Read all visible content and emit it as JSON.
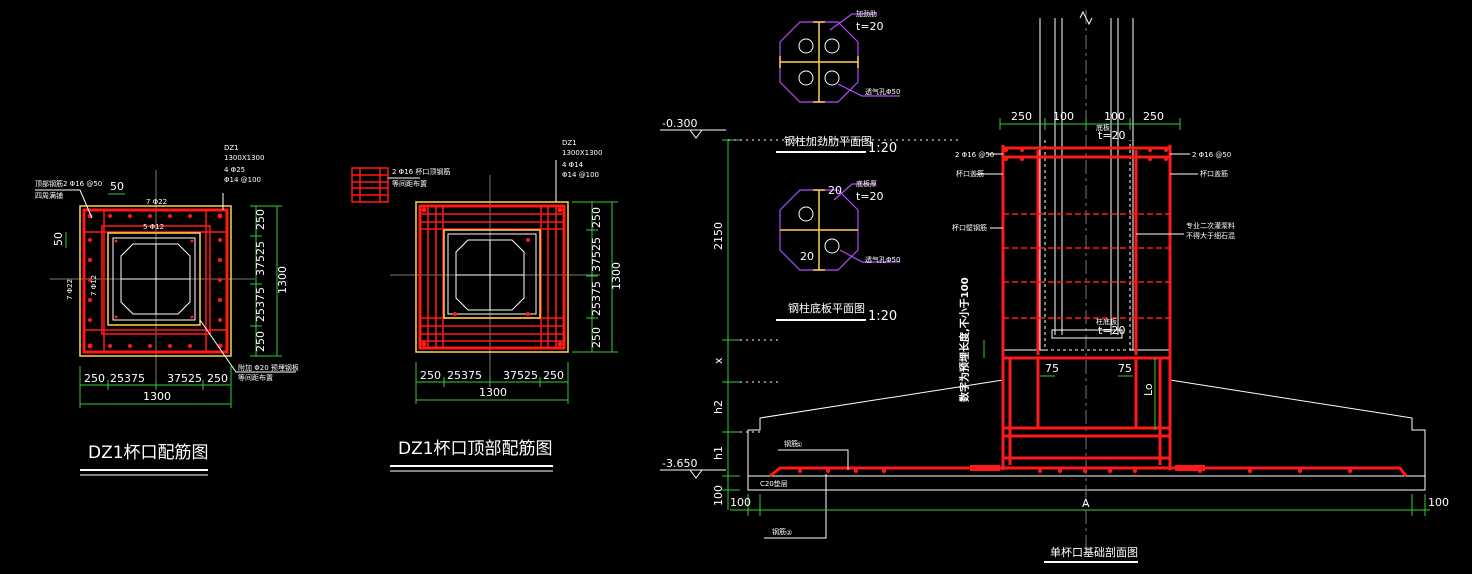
{
  "drawing_1": {
    "title": "DZ1杯口配筋图",
    "tag": "DZ1",
    "size": "1300X1300",
    "bars_main": "4 Φ25",
    "stirrup": "Φ14 @100",
    "note_top_1": "顶部钢筋2 Φ16 @50",
    "note_top_2": "四周满铺",
    "bar_7_22": "7 Φ22",
    "bar_5_12": "5 Φ12",
    "bar_side_a": "7 Φ22",
    "bar_side_b": "7 Φ12",
    "note_bottom": "附加 Φ20 预埋钢板",
    "note_bottom_2": "等间距布置",
    "dim_50_top": "50",
    "dim_50_left": "50",
    "dims_right": [
      "250",
      "37525",
      "25375",
      "250"
    ],
    "dim_right_total": "1300",
    "dims_bottom": [
      "250",
      "25375",
      "37525",
      "250"
    ],
    "dim_bottom_total": "1300"
  },
  "drawing_2": {
    "title": "DZ1杯口顶部配筋图",
    "tag": "DZ1",
    "size": "1300X1300",
    "bars_main": "4 Φ14",
    "stirrup": "Φ14 @100",
    "note_1": "2 Φ16 杯口顶钢筋",
    "note_2": "等间距布置",
    "dims_right": [
      "250",
      "37525",
      "25375",
      "250"
    ],
    "dim_right_total": "1300",
    "dims_bottom": [
      "250",
      "25375",
      "37525",
      "250"
    ],
    "dim_bottom_total": "1300"
  },
  "drawing_3": {
    "title": "钢柱加劲肋平面图",
    "scale": "1:20",
    "label_1": "加劲肋",
    "label_1_scale": "t=20",
    "label_2": "透气孔Φ50"
  },
  "drawing_4": {
    "title": "钢柱底板平面图",
    "scale": "1:20",
    "label_1": "底板厚",
    "label_1_scale": "t=20",
    "label_2": "透气孔Φ50",
    "dim_20_a": "20",
    "dim_20_b": "20"
  },
  "section": {
    "title": "单杯口基础剖面图",
    "level_top": "-0.300",
    "level_bottom": "-3.650",
    "dim_2150": "2150",
    "dim_x": "x",
    "dim_h2": "h2",
    "dim_h1": "h1",
    "dim_100_left": "100",
    "dims_top": [
      "250",
      "100",
      "100",
      "250"
    ],
    "bar_left": "2 Φ16 @50",
    "bar_right": "2 Φ16 @50",
    "label_cup_top": "杯口盖筋",
    "label_cup_top_r": "杯口盖筋",
    "label_cup_wall": "杯口壁钢筋",
    "label_grout": "专业二次灌浆料",
    "label_grout_2": "不得大于细石混",
    "label_plate": "底板",
    "label_plate_t": "t=20",
    "label_plate_2": "柱底板",
    "label_plate_2_t": "t=20",
    "vertical_note": "数字为预埋长度,不小于100",
    "dim_75_a": "75",
    "dim_75_b": "75",
    "dim_lo": "Lo",
    "label_bar_1": "钢筋",
    "label_bar_1_no": "①",
    "label_bar_2": "钢筋",
    "label_bar_2_no": "②",
    "label_cushion": "C20垫层",
    "dim_A": "A",
    "dim_100_a": "100",
    "dim_100_b": "100"
  }
}
